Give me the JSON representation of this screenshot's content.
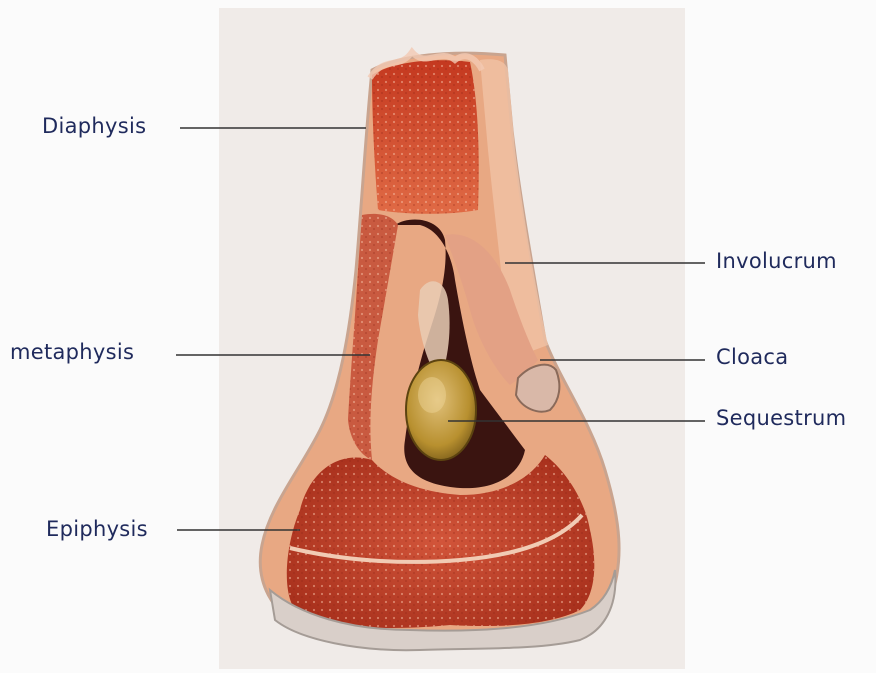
{
  "labels": {
    "diaphysis": "Diaphysis",
    "metaphysis": "metaphysis",
    "epiphysis": "Epiphysis",
    "involucrum": "Involucrum",
    "cloaca": "Cloaca",
    "sequestrum": "Sequestrum"
  },
  "colors": {
    "background": "#fbfbfb",
    "panel": "#e9e4e1",
    "marrow": "#c8432a",
    "marrow_dark": "#a8301c",
    "cortex": "#e9a37f",
    "sequestrum": "#c59a3b",
    "label_text": "#1f2a5c",
    "leader_line": "#333333"
  }
}
